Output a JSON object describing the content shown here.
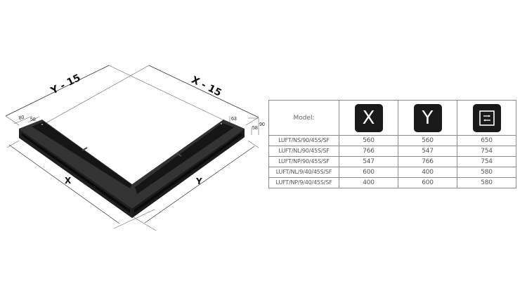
{
  "drawing": {
    "dimension_labels": {
      "top_left": "Y - 15",
      "top_right": "X - 15",
      "bottom_left": "X",
      "bottom_right": "Y"
    },
    "small_dimensions": {
      "left_outer_width": "80",
      "left_inner_width": "58",
      "right_inner_depth": "63",
      "right_outer_height": "90",
      "right_inner_height": "58"
    },
    "colors": {
      "grille_dark": "#1c1c1c",
      "grille_top": "#3a3a3a",
      "dimension_line": "#555555"
    }
  },
  "table": {
    "header": {
      "model_label": "Model:",
      "x_icon_label": "X",
      "y_icon_label": "Y",
      "third_icon": "opening-dimension-icon"
    },
    "rows": [
      {
        "model": "LUFT/NS/90/45S/SF",
        "x": "560",
        "y": "560",
        "dim": "650"
      },
      {
        "model": "LUFT/NL/90/45S/SF",
        "x": "766",
        "y": "547",
        "dim": "754"
      },
      {
        "model": "LUFT/NP/90/45S/SF",
        "x": "547",
        "y": "766",
        "dim": "754"
      },
      {
        "model": "LUFT/NL/9/40/45S/SF",
        "x": "600",
        "y": "400",
        "dim": "580"
      },
      {
        "model": "LUFT/NP/9/40/45S/SF",
        "x": "400",
        "y": "600",
        "dim": "580"
      }
    ]
  }
}
